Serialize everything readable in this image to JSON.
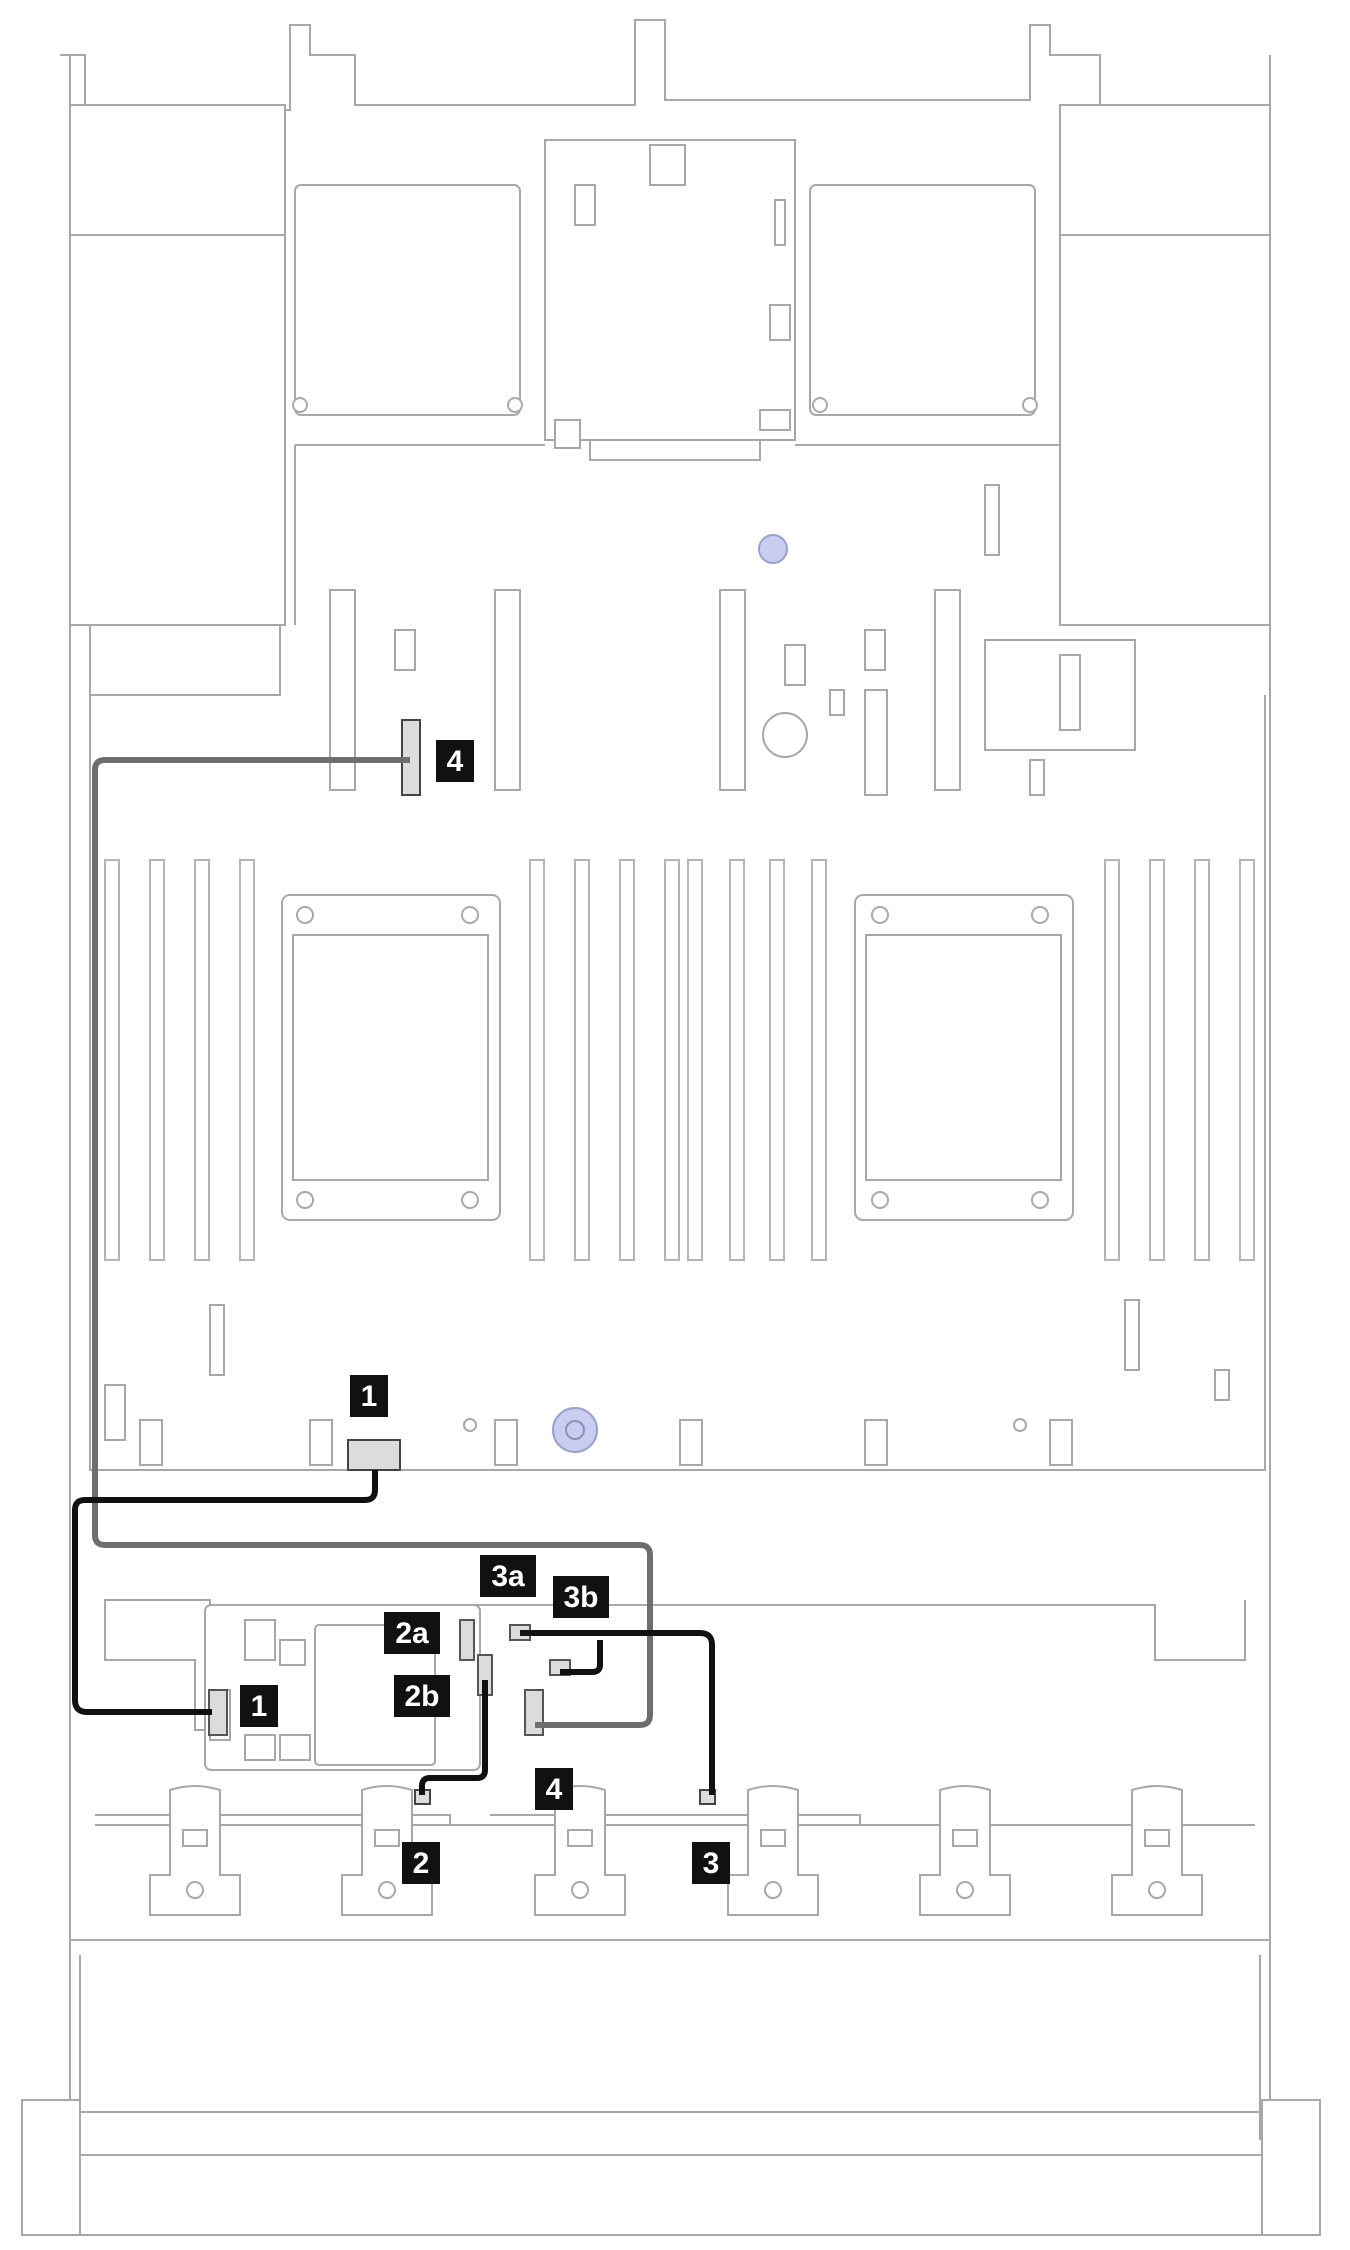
{
  "diagram": {
    "colors": {
      "outline": "#a8a8a8",
      "cable_black": "#111111",
      "cable_gray": "#6e6e6e",
      "callout_bg": "#111111",
      "callout_text": "#ffffff",
      "screw_fill": "#c9cdf0",
      "connector_fill": "#dcdcdc"
    },
    "callouts": {
      "c1_top": "1",
      "c1_bottom": "1",
      "c2a": "2a",
      "c2b": "2b",
      "c2": "2",
      "c3a": "3a",
      "c3b": "3b",
      "c3": "3",
      "c4_top": "4",
      "c4_bottom": "4"
    },
    "icons": [
      "screw-icon",
      "connector-icon",
      "cable-icon"
    ]
  }
}
